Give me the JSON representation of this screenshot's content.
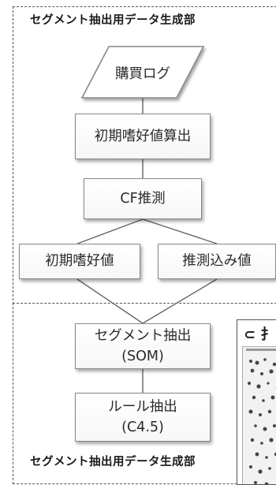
{
  "diagram": {
    "region_title_top": "セグメント抽出用データ生成部",
    "region_title_bottom": "セグメント抽出用データ生成部",
    "nodes": {
      "purchase_log": "購買ログ",
      "initial_pref_calc": "初期嗜好値算出",
      "cf_estimation": "CF推測",
      "initial_pref": "初期嗜好値",
      "estimated_value": "推測込み値",
      "segment_extract_line1": "セグメント抽出",
      "segment_extract_line2": "(SOM)",
      "rule_extract_line1": "ルール抽出",
      "rule_extract_line2": "(C4.5)"
    }
  },
  "side_panel": {
    "title": "⊂ 扌"
  }
}
